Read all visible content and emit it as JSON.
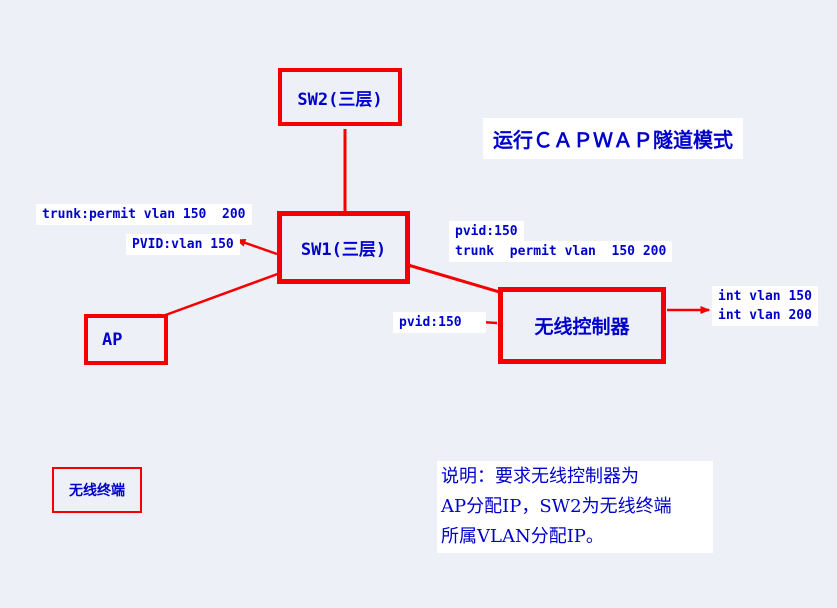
{
  "canvas": {
    "background": "#eef0f7",
    "accent_red": "#f50000",
    "text_blue": "#0000cc"
  },
  "title": "运行ＣＡＰＷＡＰ隧道模式",
  "nodes": {
    "sw2": {
      "label": "SW2(三层)"
    },
    "sw1": {
      "label": "SW1(三层)"
    },
    "ap": {
      "label": "AP"
    },
    "wlc": {
      "label": "无线控制器"
    },
    "terminal": {
      "label": "无线终端"
    }
  },
  "labels": {
    "trunk_left": "trunk:permit vlan 150  200",
    "pvid_left": "PVID:vlan 150",
    "pvid_right": "pvid:150",
    "trunk_right": "trunk  permit vlan  150 200",
    "pvid_wlc": "pvid:150",
    "int_vlan_150": "int vlan 150",
    "int_vlan_200": "int vlan 200"
  },
  "note": {
    "line1": "说明：要求无线控制器为",
    "line2": "AP分配IP，SW2为无线终端",
    "line3": "所属VLAN分配IP。"
  }
}
